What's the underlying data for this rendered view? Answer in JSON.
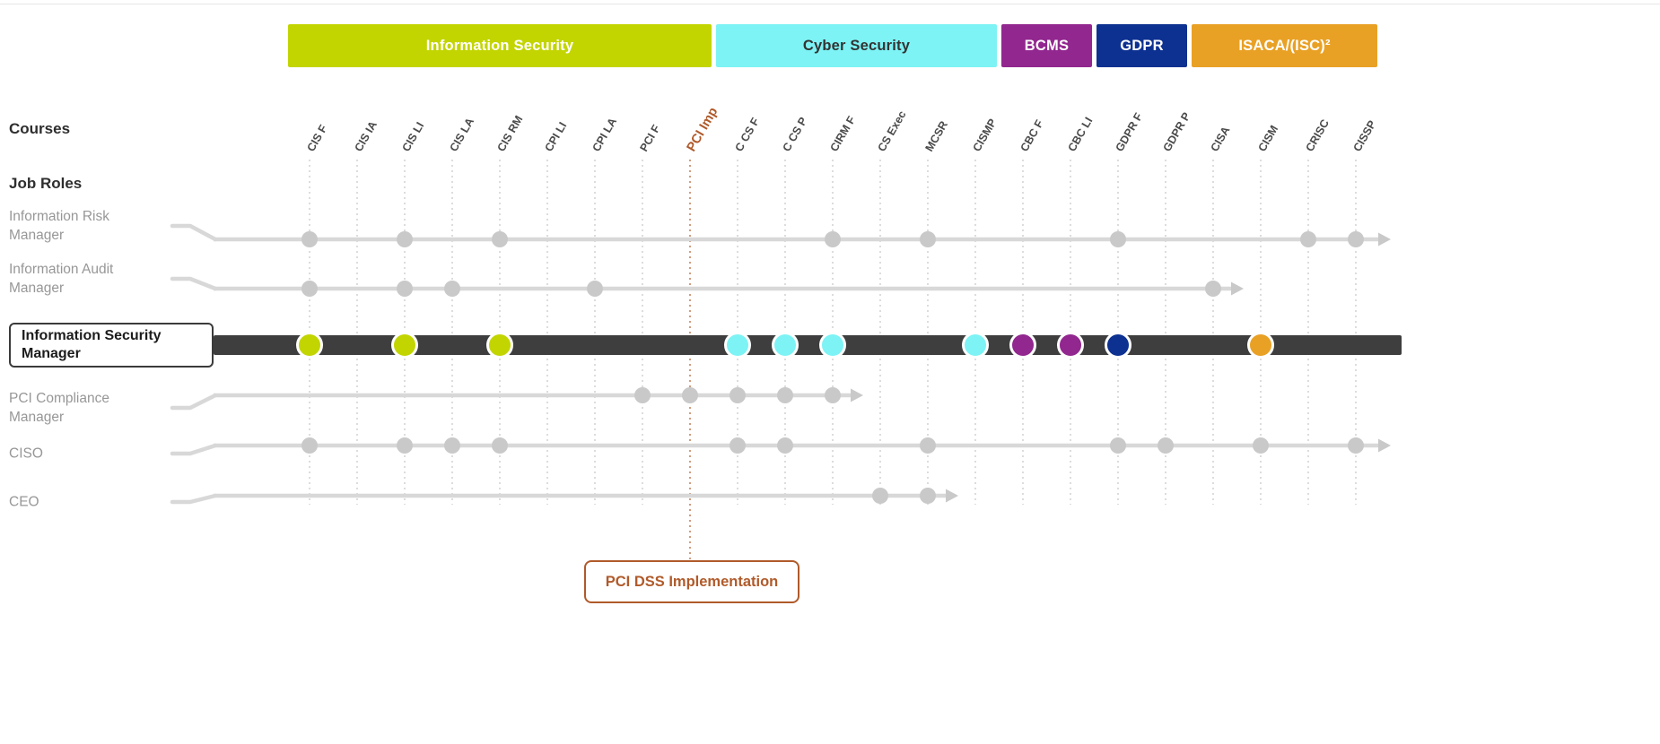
{
  "header": {
    "categories": [
      {
        "label": "Information Security",
        "color": "#c3d500",
        "text_color": "#ffffff",
        "col_start": 0,
        "col_end": 8
      },
      {
        "label": "Cyber Security",
        "color": "#7df3f5",
        "text_color": "#333333",
        "col_start": 9,
        "col_end": 14
      },
      {
        "label": "BCMS",
        "color": "#92278f",
        "text_color": "#ffffff",
        "col_start": 15,
        "col_end": 16
      },
      {
        "label": "GDPR",
        "color": "#0d3191",
        "text_color": "#ffffff",
        "col_start": 17,
        "col_end": 18
      },
      {
        "label": "ISACA/(ISC)²",
        "color": "#e9a125",
        "text_color": "#ffffff",
        "col_start": 19,
        "col_end": 22
      }
    ]
  },
  "axis": {
    "courses_label": "Courses",
    "job_roles_label": "Job Roles",
    "courses": [
      {
        "code": "CIS F"
      },
      {
        "code": "CIS IA"
      },
      {
        "code": "CIS LI"
      },
      {
        "code": "CIS LA"
      },
      {
        "code": "CIS RM"
      },
      {
        "code": "CPI LI"
      },
      {
        "code": "CPI LA"
      },
      {
        "code": "PCI F"
      },
      {
        "code": "PCI Imp",
        "highlight": true
      },
      {
        "code": "C CS F"
      },
      {
        "code": "C CS P"
      },
      {
        "code": "CIRM F"
      },
      {
        "code": "CS Exec"
      },
      {
        "code": "MCSR"
      },
      {
        "code": "CISMP"
      },
      {
        "code": "CBC F"
      },
      {
        "code": "CBC LI"
      },
      {
        "code": "GDPR F"
      },
      {
        "code": "GDPR P"
      },
      {
        "code": "CISA"
      },
      {
        "code": "CISM"
      },
      {
        "code": "CRISC"
      },
      {
        "code": "CISSP"
      }
    ]
  },
  "roles": [
    {
      "name": "Information Risk Manager",
      "highlighted": false,
      "dots": [
        "CIS F",
        "CIS LI",
        "CIS RM",
        "CIRM F",
        "MCSR",
        "GDPR F",
        "CRISC",
        "CISSP"
      ],
      "arrow": "end"
    },
    {
      "name": "Information Audit Manager",
      "highlighted": false,
      "dots": [
        "CIS F",
        "CIS LI",
        "CIS LA",
        "CPI LA",
        "CISA"
      ],
      "arrow": "after-last"
    },
    {
      "name": "Information Security Manager",
      "highlighted": true,
      "dots": [
        "CIS F",
        "CIS LI",
        "CIS RM",
        "C CS F",
        "C CS P",
        "CIRM F",
        "CISMP",
        "CBC F",
        "CBC LI",
        "GDPR F",
        "CISM"
      ],
      "arrow": "none"
    },
    {
      "name": "PCI Compliance Manager",
      "highlighted": false,
      "dots": [
        "PCI F",
        "PCI Imp",
        "C CS F",
        "C CS P",
        "CIRM F"
      ],
      "arrow": "after-last"
    },
    {
      "name": "CISO",
      "highlighted": false,
      "dots": [
        "CIS F",
        "CIS LI",
        "CIS LA",
        "CIS RM",
        "C CS F",
        "C CS P",
        "MCSR",
        "GDPR F",
        "GDPR P",
        "CISM",
        "CISSP"
      ],
      "arrow": "end"
    },
    {
      "name": "CEO",
      "highlighted": false,
      "dots": [
        "CS Exec",
        "MCSR"
      ],
      "arrow": "after-last"
    }
  ],
  "callout": {
    "label": "PCI DSS Implementation",
    "course": "PCI Imp"
  },
  "palette": {
    "highlight_row": "#3e3e3e",
    "track": "#d8d8d8",
    "dot": "#c9c9c9",
    "guide": "#c6c6c6",
    "course_text": "#4a4a4a",
    "pci_accent": "#b05a2a"
  }
}
